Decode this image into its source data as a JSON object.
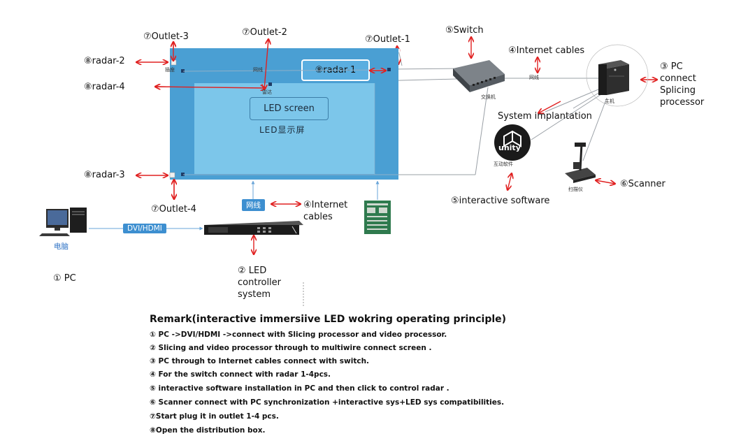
{
  "labels": {
    "outlet3": "⑦Outlet-3",
    "outlet2": "⑦Outlet-2",
    "outlet1": "⑦Outlet-1",
    "outlet4": "⑦Outlet-4",
    "switch": "⑤Switch",
    "internet_cables_top": "④Internet cables",
    "pc_connect": [
      "③ PC",
      "connect",
      "Splicing",
      "processor"
    ],
    "radar2": "⑧radar-2",
    "radar4": "⑧radar-4",
    "radar3": "⑧radar-3",
    "radar1": "⑧radar-1",
    "led_screen": "LED screen",
    "led_screen_cn": "LED显示屏",
    "system_implantation": "System implantation",
    "unity_text": "unity",
    "interactive_cn": "互动软件",
    "interactive_software": "⑤interactive  software",
    "scanner": "⑥Scanner",
    "scanner_cn": "扫描仪",
    "host_cn": "主机",
    "switch_cn": "交换机",
    "wangxian_1": "网线",
    "wangxian_2": "网线",
    "wangxian_tag": "网线",
    "radar_cn": "雷达",
    "chazuo_cn": "插座",
    "internet_cables_mid": [
      "④Internet",
      "cables"
    ],
    "dvi_hdmi": "DVI/HDMI",
    "computer_cn": "电脑",
    "pc": "① PC",
    "led_controller": [
      "② LED",
      "controller",
      "system"
    ]
  },
  "remark": {
    "title": "Remark(interactive  immersiive LED wokring operating principle)",
    "items": [
      "① PC ->DVI/HDMI ->connect with Slicing processor and video processor.",
      "② Slicing and video processor through to multiwire connect screen .",
      "③ PC through to Internet cables connect with switch.",
      "④ For the switch connect with  radar 1-4pcs.",
      "⑤ interactive software installation in PC and then click to control radar .",
      "⑥ Scanner connect with PC synchronization +interactive sys+LED sys  compatibilities.",
      "⑦Start plug it in outlet 1-4 pcs.",
      "⑧Open the distribution box."
    ]
  },
  "colors": {
    "arrow_red": "#e02020",
    "screen_outer": "#4a9fd3",
    "screen_inner": "#7cc6ea",
    "tag_blue": "#3d8fd0",
    "line_gray": "#9aa0a6",
    "line_blue": "#6aa5d8"
  }
}
